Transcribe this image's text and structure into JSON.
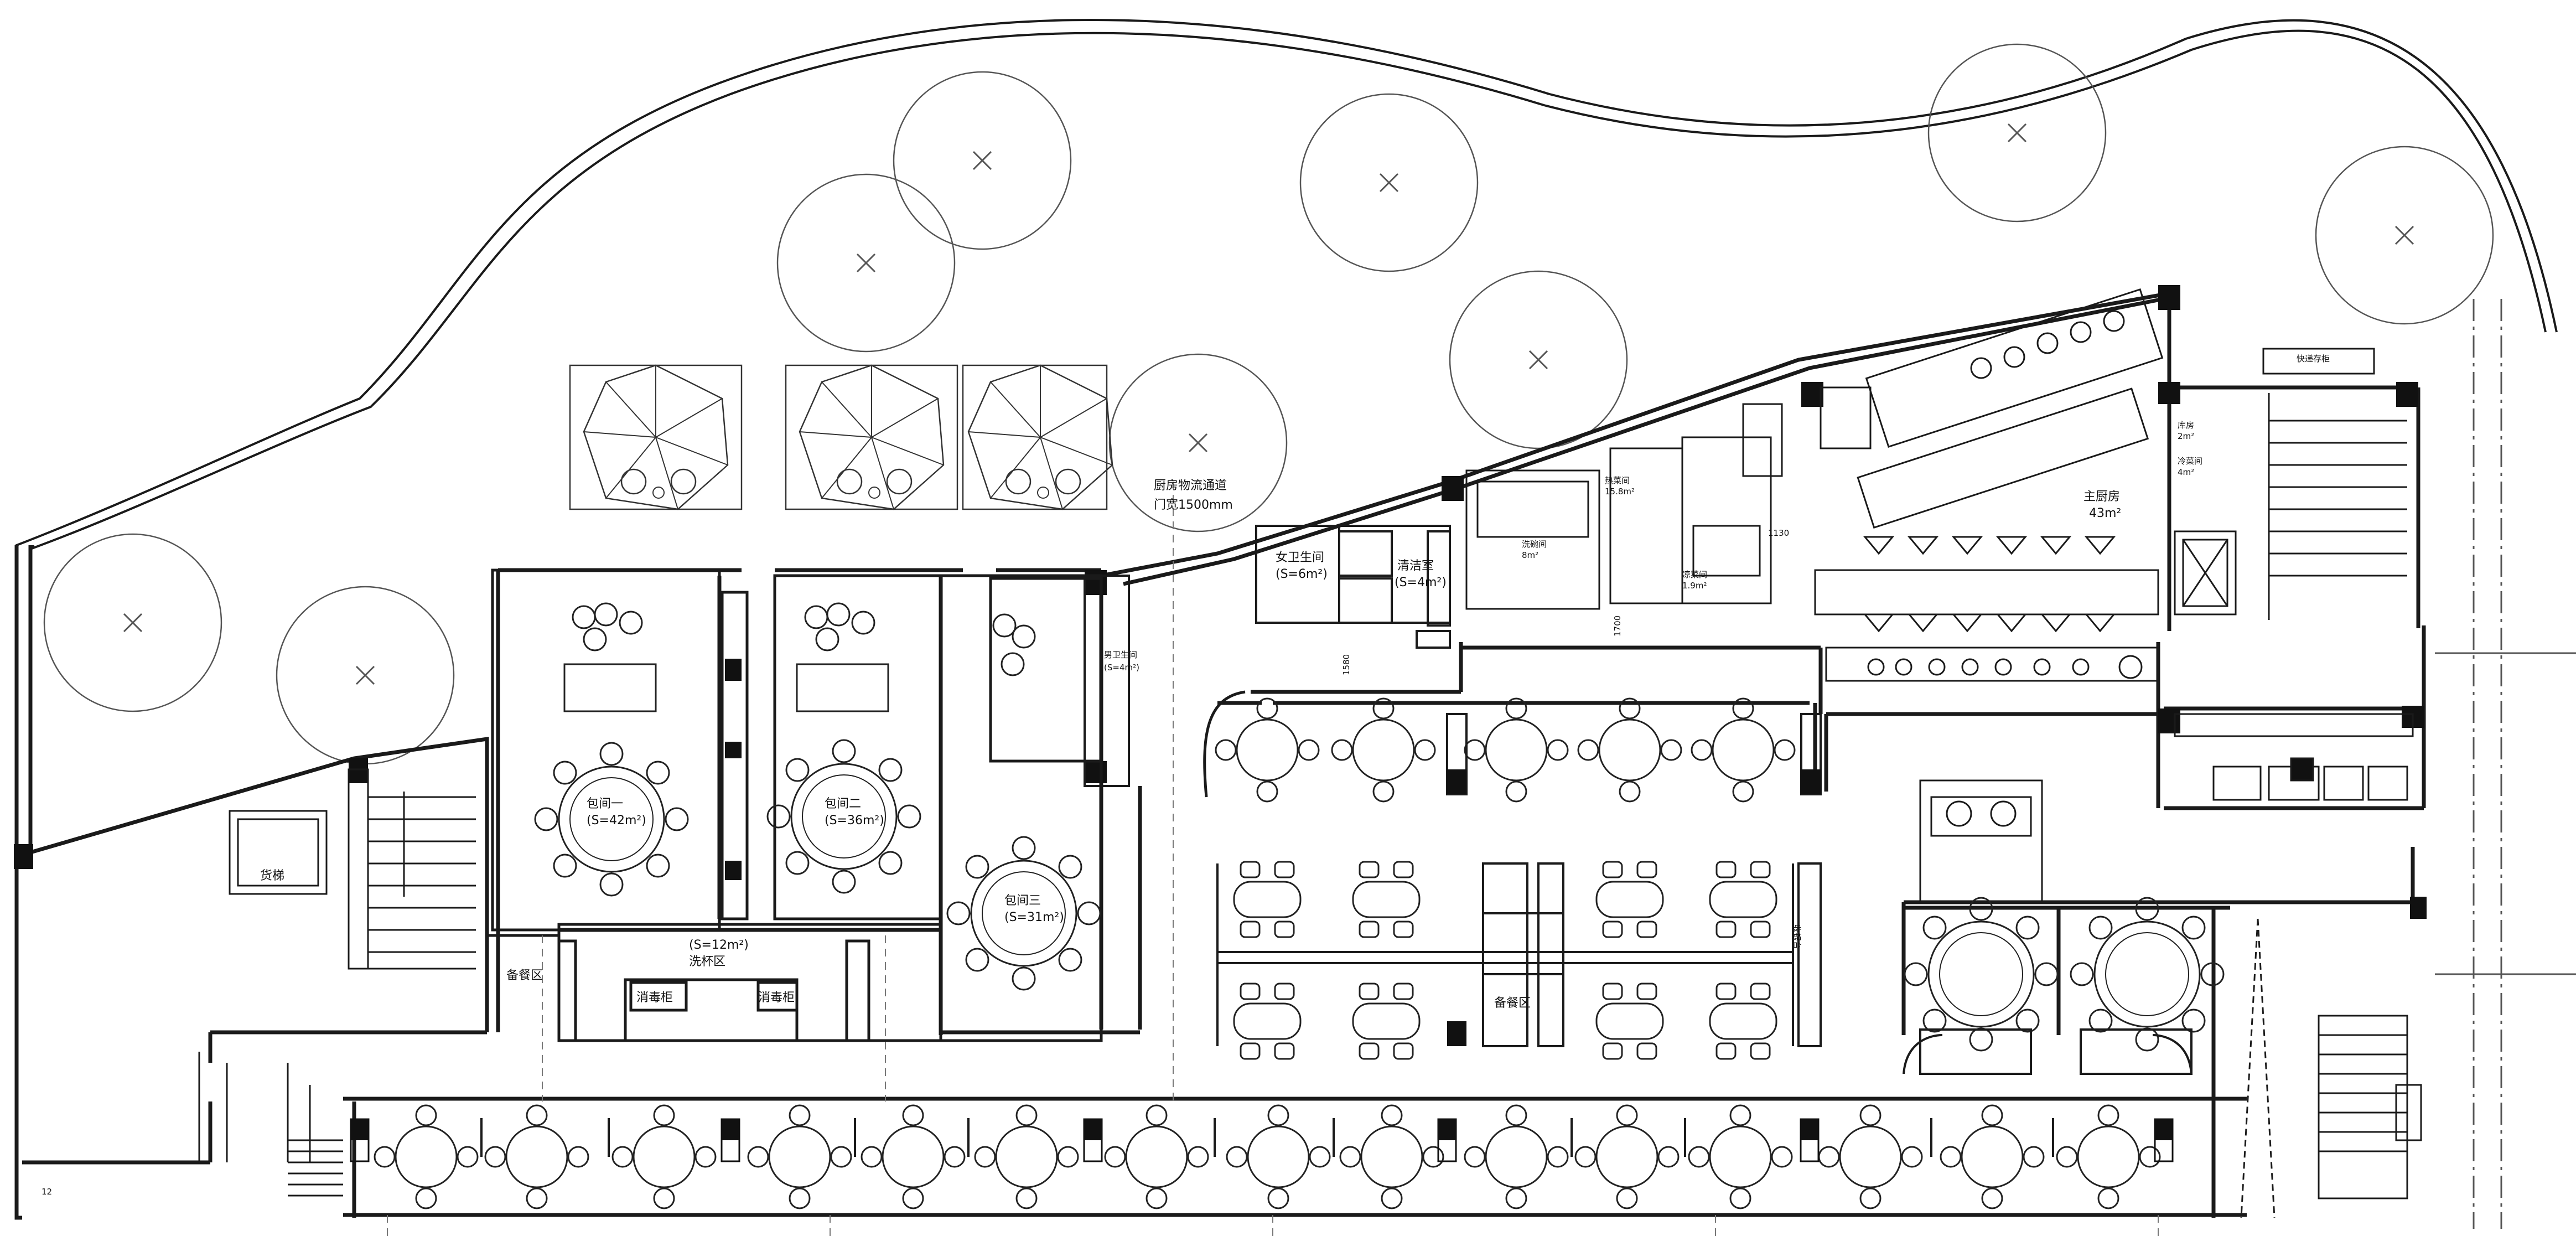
{
  "labels": {
    "kitchen_passage": "厨房物流通道",
    "door_width": "门宽1500mm",
    "women_wc": "女卫生间",
    "women_wc_area": "(S=6m²)",
    "cleaning_room": "清洁室",
    "cleaning_area": "(S=4m²)",
    "men_wc": "男卫生间",
    "men_wc_area": "(S=4m²)",
    "private_room_1": "包间一",
    "private_room_1_area": "(S=42m²)",
    "private_room_2": "包间二",
    "private_room_2_area": "(S=36m²)",
    "private_room_3": "包间三",
    "private_room_3_area": "(S=31m²)",
    "wash_area_size": "(S=12m²)",
    "wash_area": "洗杯区",
    "sterilize_cab_1": "消毒柜",
    "sterilize_cab_2": "消毒柜",
    "prep_area_left": "备餐区",
    "prep_area_center": "备餐区",
    "elevator": "货梯",
    "main_kitchen": "主厨房",
    "main_kitchen_area": "43m²",
    "dish_room": "洗碗间",
    "dish_room_area": "8m²",
    "hot_room": "热菜间",
    "hot_room_area": "15.8m²",
    "store_room": "库房",
    "store_room_area": "2m²",
    "cold_room": "冷菜间",
    "cold_room_area": "4m²",
    "cold_dish": "凉菜间",
    "cold_dish_area": "1.9m²",
    "express_cab": "快递存柜",
    "counter": "收银台",
    "dim_1130": "1130",
    "dim_1700": "1700",
    "dim_1580": "1580",
    "dim_12": "12"
  },
  "colors": {
    "line": "#1a1a1a",
    "wall_fill": "#111111",
    "tree_line": "#555555"
  }
}
